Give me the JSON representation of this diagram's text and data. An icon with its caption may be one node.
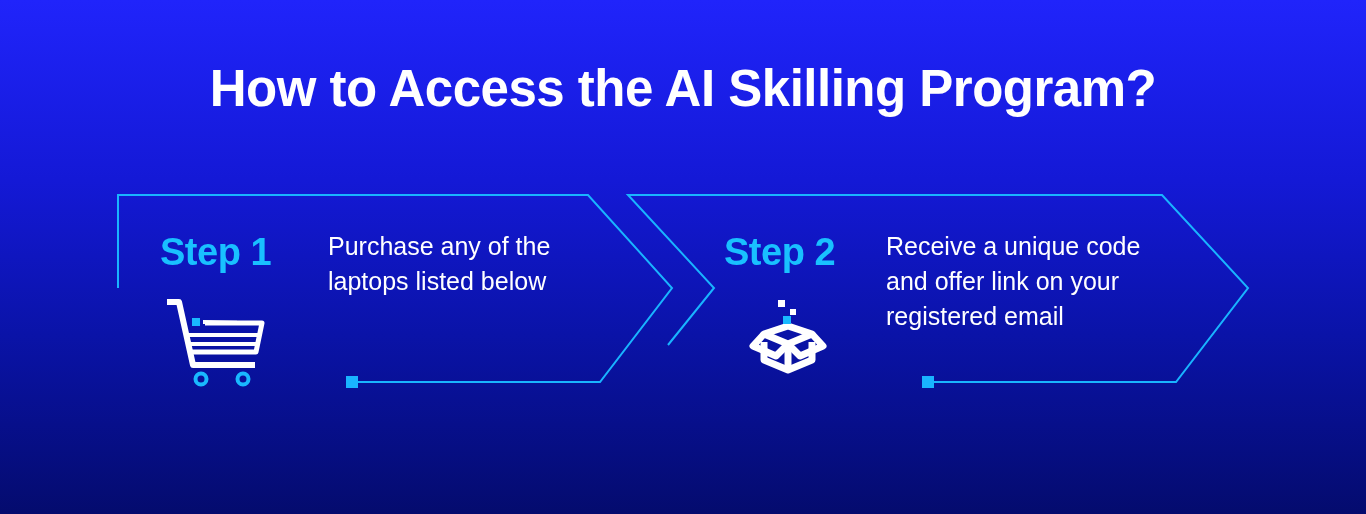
{
  "diagram": {
    "title": "How to Access the AI Skilling Program?",
    "nodes": [
      {
        "text": [
          "Step 1",
          "Purchase any of the laptops listed below"
        ]
      },
      {
        "text": [
          "Step 2",
          "Receive a unique code and offer link on your registered email"
        ]
      }
    ]
  }
}
